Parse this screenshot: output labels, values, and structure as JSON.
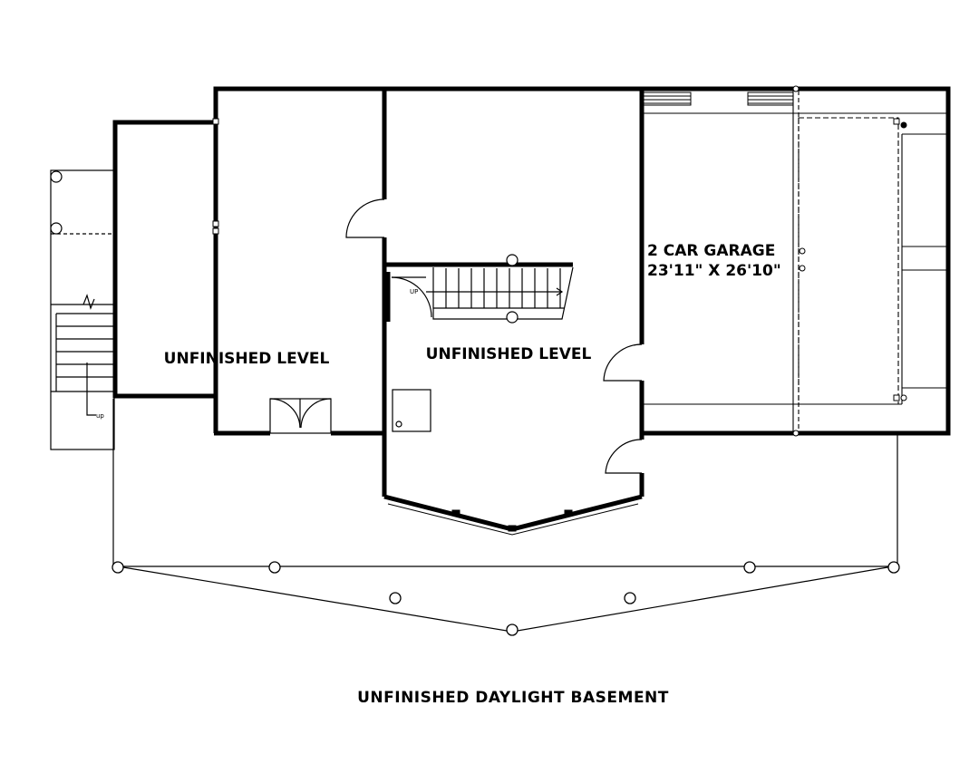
{
  "plan": {
    "caption": "UNFINISHED DAYLIGHT BASEMENT",
    "rooms": {
      "west": {
        "name": "UNFINISHED LEVEL"
      },
      "center": {
        "name": "UNFINISHED LEVEL"
      },
      "garage": {
        "name": "2 CAR GARAGE",
        "size": "23'11\" X 26'10\""
      }
    },
    "stair_labels": {
      "interior": "UP",
      "exterior": "up"
    }
  },
  "colors": {
    "wall": "#000000",
    "background": "#ffffff"
  }
}
